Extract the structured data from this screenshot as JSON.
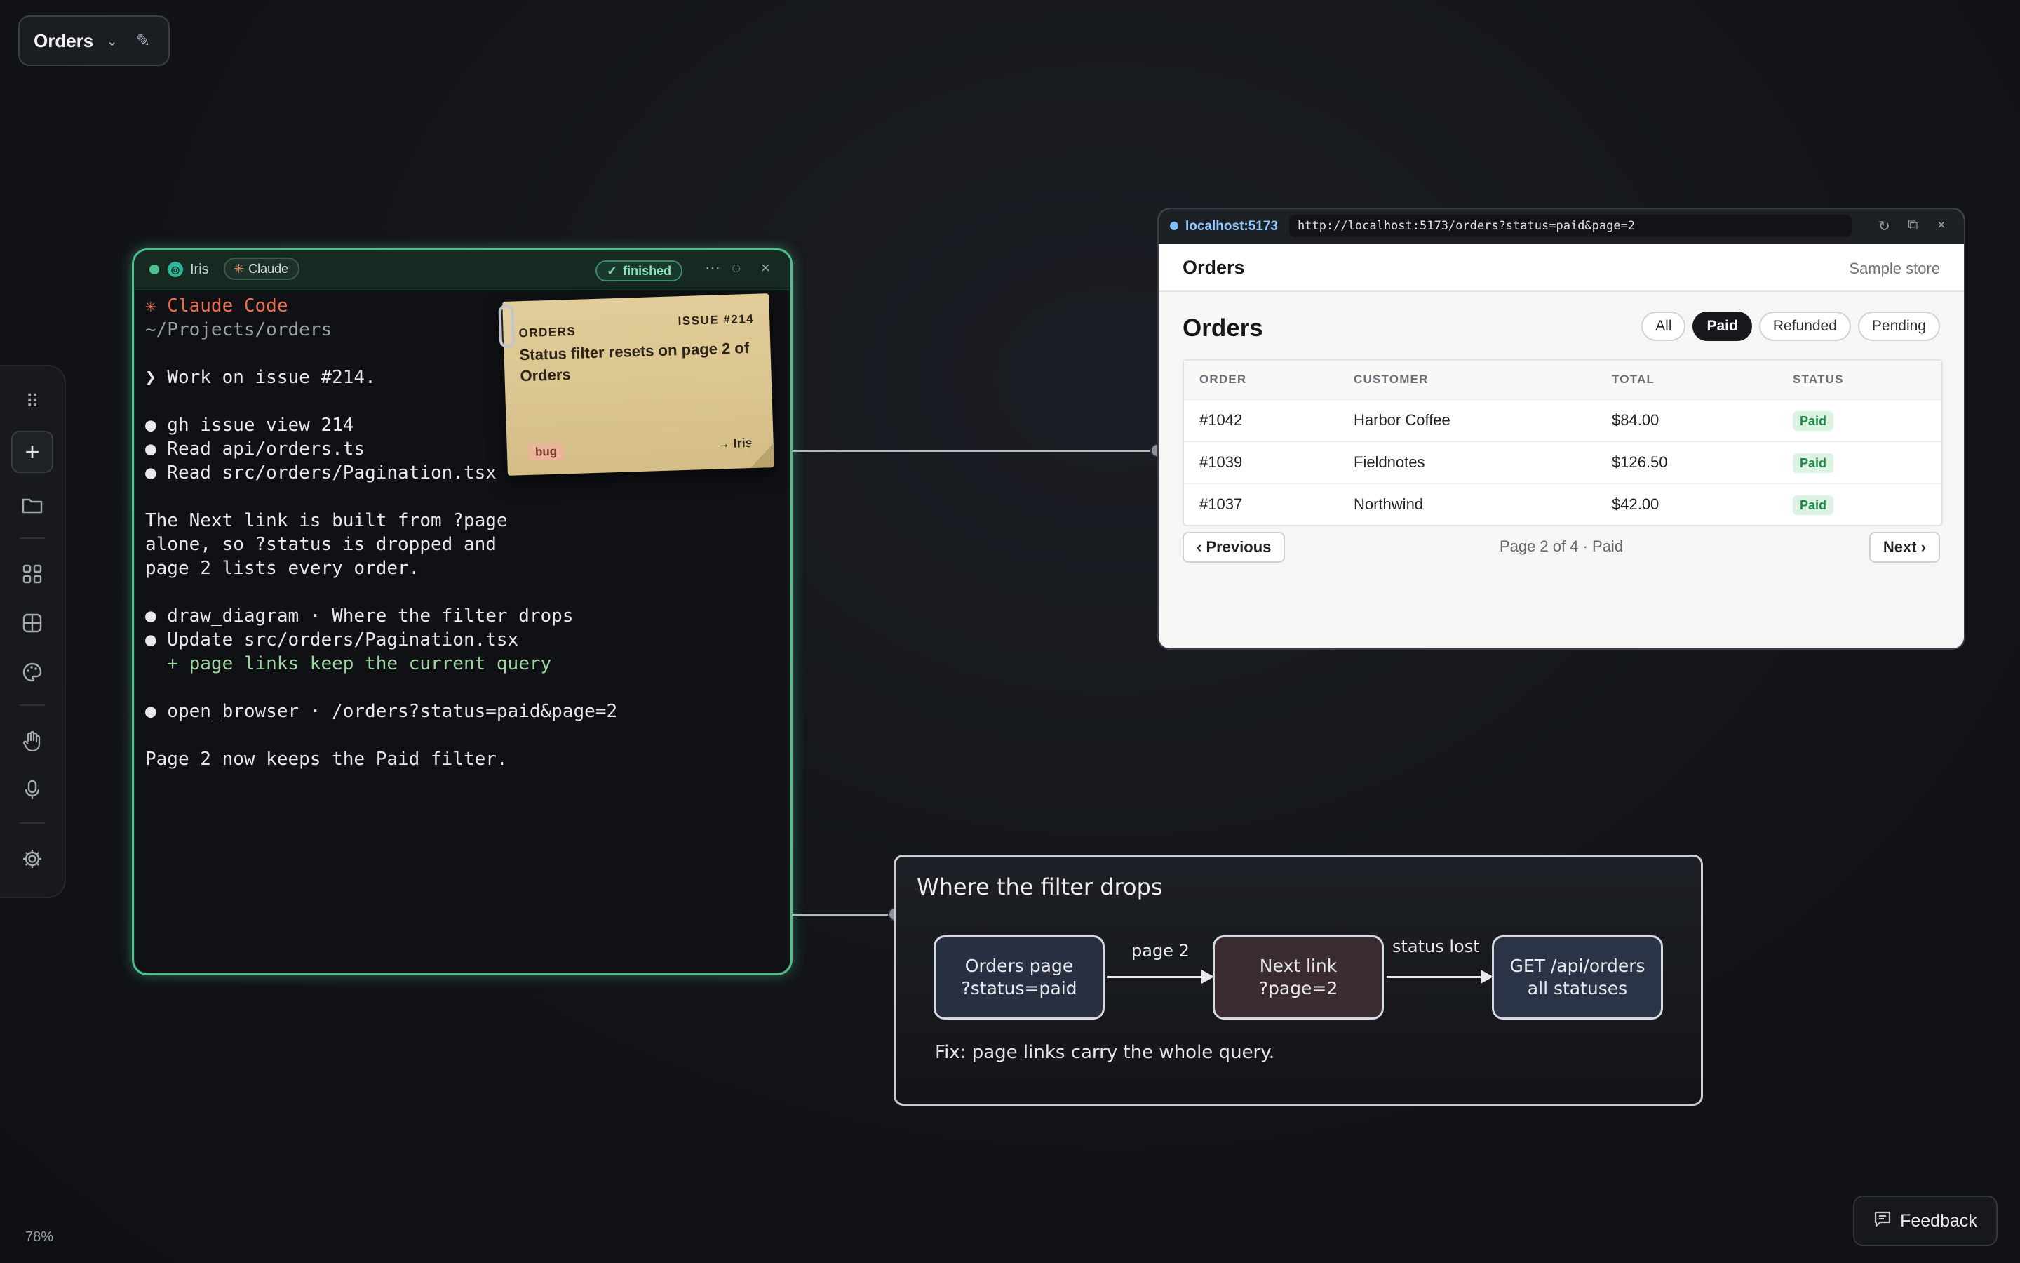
{
  "project": {
    "name": "Orders"
  },
  "zoom": "78%",
  "feedback_label": "Feedback",
  "terminal": {
    "agent_name": "Iris",
    "model": "Claude",
    "status": "finished",
    "lines": [
      "✳ Claude Code",
      "~/Projects/orders",
      "❯ Work on issue #214.",
      "● gh issue view 214",
      "● Read api/orders.ts",
      "● Read src/orders/Pagination.tsx",
      "The Next link is built from ?page",
      "alone, so ?status is dropped and",
      "page 2 lists every order.",
      "● draw_diagram · Where the filter drops",
      "● Update src/orders/Pagination.tsx",
      "  + page links keep the current query",
      "● open_browser · /orders?status=paid&page=2",
      "Page 2 now keeps the Paid filter."
    ]
  },
  "sticky": {
    "category": "ORDERS",
    "issue": "ISSUE #214",
    "title": "Status filter resets on page 2 of Orders",
    "tag": "bug",
    "assignee": "→ Iris"
  },
  "browser": {
    "host": "localhost:5173",
    "url": "http://localhost:5173/orders?status=paid&page=2",
    "brand": "Orders",
    "store": "Sample store",
    "page_title": "Orders",
    "filters": [
      "All",
      "Paid",
      "Refunded",
      "Pending"
    ],
    "active_filter": "Paid",
    "columns": [
      "ORDER",
      "CUSTOMER",
      "TOTAL",
      "STATUS"
    ],
    "rows": [
      {
        "order": "#1042",
        "customer": "Harbor Coffee",
        "total": "$84.00",
        "status": "Paid"
      },
      {
        "order": "#1039",
        "customer": "Fieldnotes",
        "total": "$126.50",
        "status": "Paid"
      },
      {
        "order": "#1037",
        "customer": "Northwind",
        "total": "$42.00",
        "status": "Paid"
      }
    ],
    "prev_label": "‹ Previous",
    "next_label": "Next ›",
    "pager_info": "Page 2 of 4 · Paid"
  },
  "diagram": {
    "title": "Where the filter drops",
    "nodes": [
      {
        "line1": "Orders page",
        "line2": "?status=paid"
      },
      {
        "line1": "Next link",
        "line2": "?page=2"
      },
      {
        "line1": "GET /api/orders",
        "line2": "all statuses"
      }
    ],
    "edges": [
      "page 2",
      "status lost"
    ],
    "fix": "Fix: page links carry the whole query."
  },
  "colors": {
    "terminal_border": "#4fc08d",
    "accent_orange": "#ec6c4d",
    "paid_badge": "#1e8a49"
  }
}
